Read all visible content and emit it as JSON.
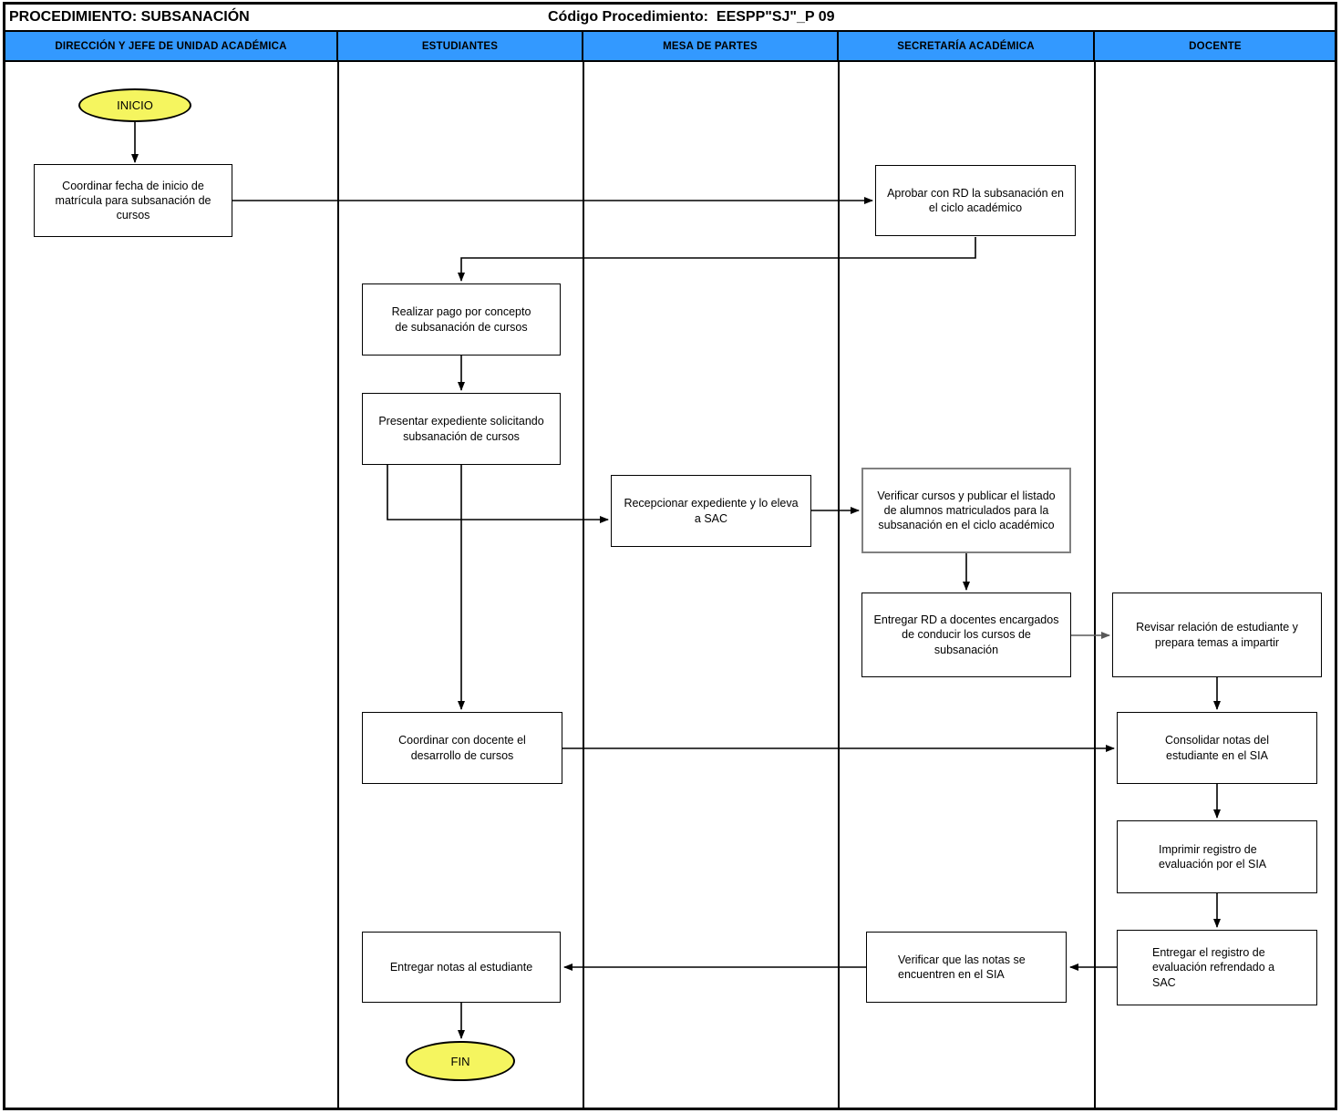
{
  "header": {
    "procedure": "PROCEDIMIENTO: SUBSANACIÓN",
    "code": "Código Procedimiento:  EESPP\"SJ\"_P 09"
  },
  "lanes": [
    "DIRECCIÓN Y JEFE DE UNIDAD ACADÉMICA",
    "ESTUDIANTES",
    "MESA DE PARTES",
    "SECRETARÍA ACADÉMICA",
    "DOCENTE"
  ],
  "nodes": {
    "inicio": {
      "type": "terminator",
      "label": "INICIO"
    },
    "coordinar_fecha": {
      "type": "process",
      "label": "Coordinar fecha de inicio de matrícula para subsanación de cursos"
    },
    "aprobar_rd": {
      "type": "process",
      "label": "Aprobar con RD la subsanación en el ciclo académico"
    },
    "realizar_pago": {
      "type": "process",
      "label": "Realizar pago por concepto de subsanación de cursos"
    },
    "presentar_expediente": {
      "type": "process",
      "label": "Presentar expediente solicitando subsanación de cursos"
    },
    "recepcionar_expediente": {
      "type": "process",
      "label": "Recepcionar expediente y lo eleva a SAC"
    },
    "verificar_cursos": {
      "type": "process",
      "label": "Verificar cursos y publicar el listado de alumnos matriculados para la subsanación en el ciclo académico"
    },
    "entregar_rd": {
      "type": "process",
      "label": "Entregar RD a docentes encargados de conducir los cursos de subsanación"
    },
    "revisar_relacion": {
      "type": "process",
      "label": "Revisar relación de estudiante y prepara temas a impartir"
    },
    "coordinar_docente": {
      "type": "process",
      "label": "Coordinar con docente el desarrollo de cursos"
    },
    "consolidar_notas": {
      "type": "process",
      "label": "Consolidar notas del estudiante en el SIA"
    },
    "imprimir_registro": {
      "type": "process",
      "label": "Imprimir registro de evaluación por el SIA"
    },
    "entregar_registro": {
      "type": "process",
      "label": "Entregar el registro de evaluación refrendado a SAC"
    },
    "verificar_notas": {
      "type": "process",
      "label": "Verificar que las notas se encuentren en el SIA"
    },
    "entregar_notas": {
      "type": "process",
      "label": "Entregar notas al estudiante"
    },
    "fin": {
      "type": "terminator",
      "label": "FIN"
    }
  },
  "colors": {
    "lane_header_bg": "#3399FF",
    "terminator_fill": "#F5F55F",
    "box_fill": "#FFFFFF",
    "box_border": "#000000",
    "alt_box_border": "#808080",
    "connector": "#000000",
    "alt_connector": "#595959"
  }
}
